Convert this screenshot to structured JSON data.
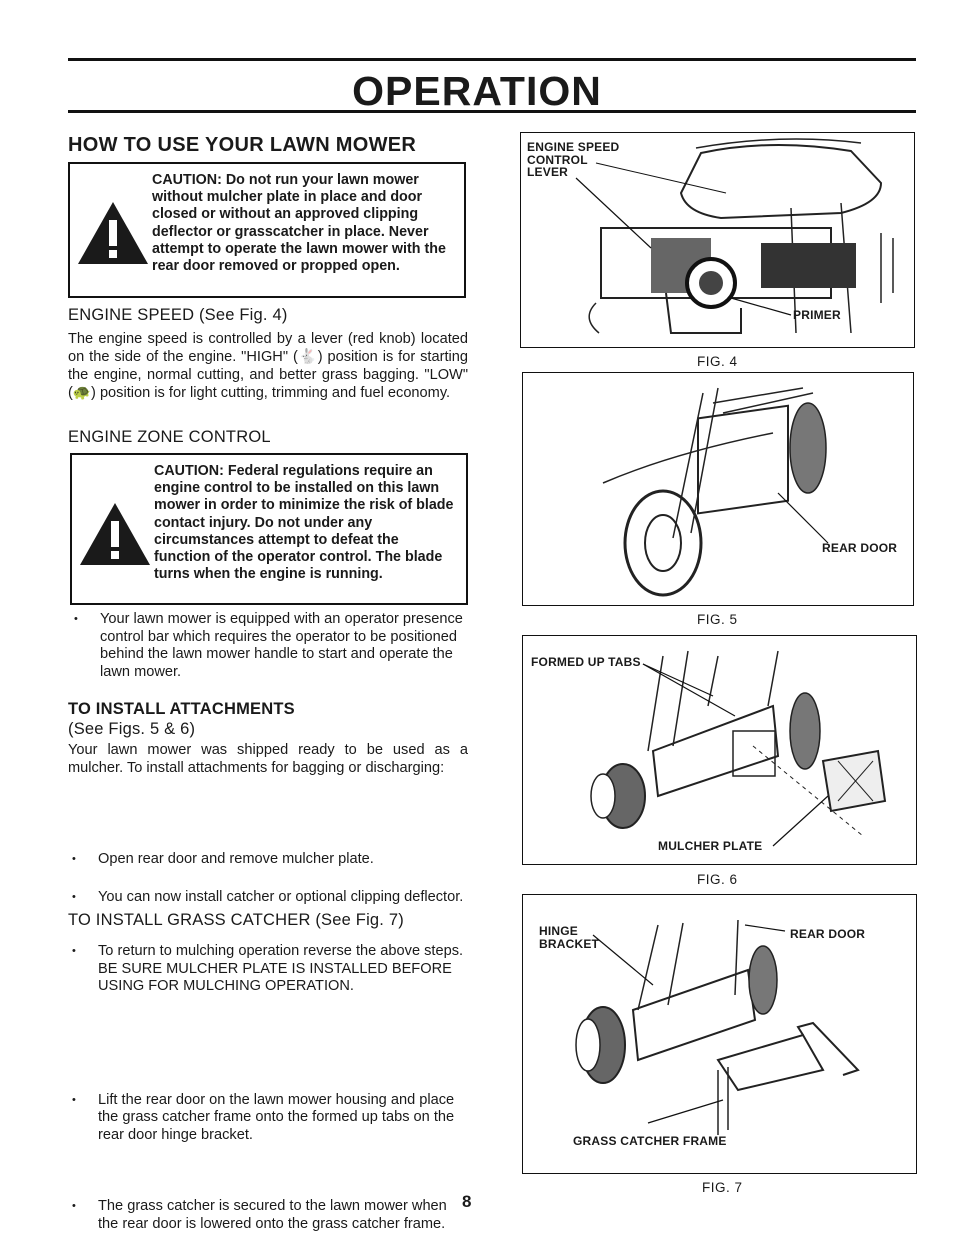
{
  "page": {
    "title": "OPERATION",
    "page_number": "8"
  },
  "left": {
    "section_title": "HOW TO USE YOUR LAWN MOWER",
    "caution1": "CAUTION: Do not run your lawn mower without mulcher plate in place and door closed or without an approved clipping deflector or grasscatcher in place. Never attempt to operate the lawn mower with the rear door removed or propped open.",
    "engine_speed_heading": "ENGINE SPEED (See Fig. 4)",
    "engine_speed_text": "The engine speed is controlled by a lever (red knob) located on the side of the engine. \"HIGH\" (🐇) position is for starting the engine, normal cutting, and better grass bagging. \"LOW\" (🐢) position is for light cutting, trimming and fuel economy.",
    "zone_heading": "ENGINE ZONE CONTROL",
    "caution2": "CAUTION: Federal regulations require an engine control to be installed on this lawn mower in order to minimize the risk of blade contact injury. Do not under any circumstances attempt to defeat the function of the operator control. The blade turns when the engine is running.",
    "zone_bullet": "Your lawn mower is equipped with an operator presence control bar which requires the operator to be positioned behind the lawn mower handle to start and operate the lawn mower.",
    "attach_heading": "TO INSTALL ATTACHMENTS",
    "attach_subheading": "(See Figs. 5 & 6)",
    "attach_text": "Your lawn mower was shipped ready to be used as a mulcher. To install attachments for bagging or discharging:",
    "attach_bullets": [
      "Open rear door and remove mulcher plate.",
      "You can now install catcher or optional clipping deflector.",
      "To return to mulching operation reverse the above steps. BE SURE MULCHER PLATE IS INSTALLED BEFORE USING FOR MULCHING OPERATION."
    ],
    "catcher_heading": "TO INSTALL GRASS CATCHER (See Fig. 7)",
    "catcher_bullets": [
      "Lift the rear door on the lawn mower housing and place the grass catcher frame onto the formed up tabs on the rear door hinge bracket.",
      "The grass catcher is secured to the lawn mower when the rear door is lowered onto the grass catcher frame."
    ]
  },
  "figures": {
    "fig4": {
      "caption": "FIG. 4",
      "label_lever": "ENGINE SPEED\nCONTROL\nLEVER",
      "label_primer": "PRIMER"
    },
    "fig5": {
      "caption": "FIG. 5",
      "label_door": "REAR DOOR"
    },
    "fig6": {
      "caption": "FIG. 6",
      "label_tabs": "FORMED UP TABS",
      "label_plate": "MULCHER PLATE"
    },
    "fig7": {
      "caption": "FIG. 7",
      "label_hinge": "HINGE\nBRACKET",
      "label_door": "REAR DOOR",
      "label_frame": "GRASS CATCHER FRAME"
    }
  },
  "icons": {
    "warning": "warning-triangle-icon",
    "high": "rabbit-icon",
    "low": "turtle-icon"
  }
}
